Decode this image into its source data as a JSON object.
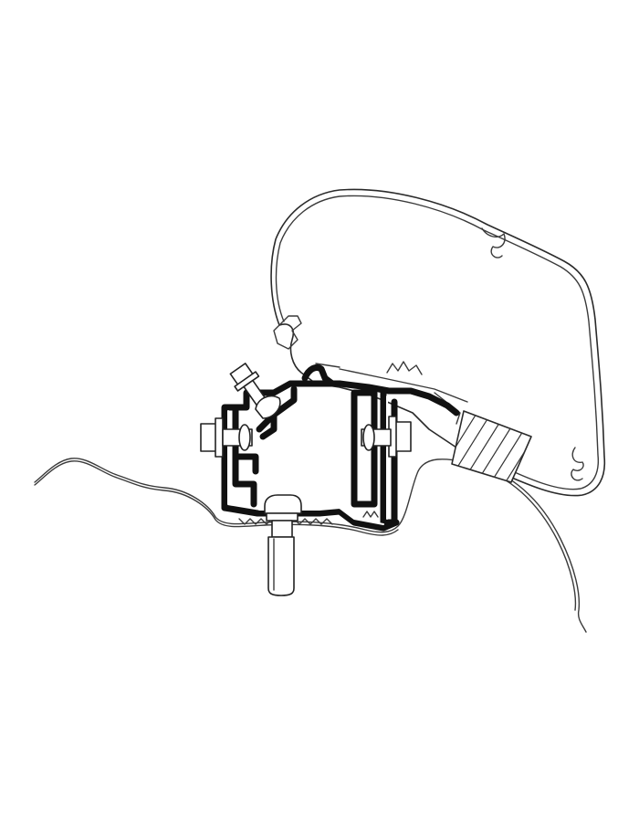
{
  "colors": {
    "background": "#ffffff",
    "line": "#222222",
    "profile": "#111111"
  },
  "parts": [
    {
      "id": "awning-case",
      "icon": "awning-housing-outline"
    },
    {
      "id": "adapter-bracket",
      "icon": "black-aluminium-profile"
    },
    {
      "id": "vehicle-roof",
      "icon": "roof-contour-line"
    },
    {
      "id": "mounting-bolt",
      "icon": "bolt-and-stud"
    },
    {
      "id": "side-bolts",
      "icon": "hex-bolt-head"
    },
    {
      "id": "spacer-block",
      "icon": "hatched-pad"
    }
  ]
}
